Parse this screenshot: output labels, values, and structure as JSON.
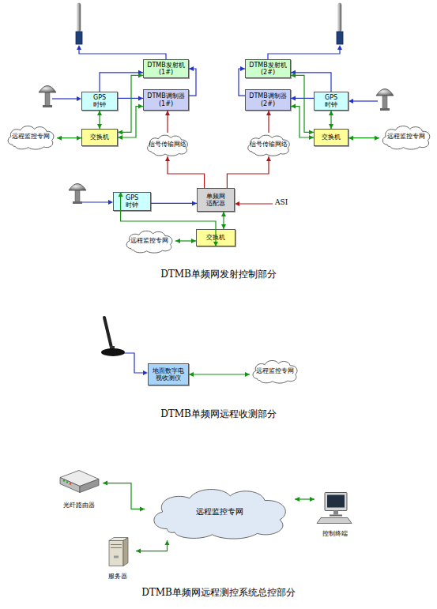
{
  "diagram": {
    "nodes": [
      {
        "text": [
          "DTMB发射机 (1#)"
        ]
      },
      {
        "text": [
          "DTMB发射机 (2#)"
        ]
      },
      {
        "text": [
          "GPS时钟"
        ]
      },
      {
        "text": [
          "DTMB调制器 (1#)"
        ]
      },
      {
        "text": [
          "DTMB调制器 (2#)"
        ]
      },
      {
        "text": [
          "GPS时钟"
        ]
      },
      {
        "text": [
          "远程监控专网"
        ]
      },
      {
        "text": [
          "交换机"
        ]
      },
      {
        "text": [
          "信号传输网络"
        ]
      },
      {
        "text": [
          "信号传输网络"
        ]
      },
      {
        "text": [
          "交换机"
        ]
      },
      {
        "text": [
          "远程监控专网"
        ]
      },
      {
        "text": [
          "GPS时钟"
        ]
      },
      {
        "text": [
          "单频网适配器"
        ]
      },
      {
        "text": [
          "远程监控专网"
        ]
      },
      {
        "text": [
          "交换机"
        ]
      },
      {
        "text": [
          "地面数字电视收测仪"
        ]
      },
      {
        "text": [
          "远程监控专网"
        ]
      },
      {
        "text": [
          "光纤路由器"
        ]
      },
      {
        "text": [
          "远程监控专网"
        ]
      },
      {
        "text": [
          "控制终端"
        ]
      },
      {
        "text": [
          "服务器"
        ]
      }
    ],
    "edges": [
      {
        "from": 3,
        "to": 0,
        "arrow": "to"
      },
      {
        "from": 2,
        "to": 3,
        "arrow": "to"
      },
      {
        "from": 2,
        "to": 0,
        "arrow": "to"
      },
      {
        "from": 7,
        "to": 0,
        "arrow": "both"
      },
      {
        "from": 7,
        "to": 3,
        "arrow": "both"
      },
      {
        "from": 7,
        "to": 2,
        "arrow": "both"
      },
      {
        "from": 6,
        "to": 7,
        "arrow": "both"
      },
      {
        "from": 8,
        "to": 3,
        "arrow": "to"
      },
      {
        "from": 13,
        "to": 8,
        "arrow": "to"
      },
      {
        "from": 13,
        "to": 9,
        "arrow": "to"
      },
      {
        "from": 12,
        "to": 13,
        "arrow": "to"
      },
      {
        "from": 15,
        "to": 12,
        "arrow": "both"
      },
      {
        "from": 15,
        "to": 13,
        "arrow": "both"
      },
      {
        "from": 14,
        "to": 15,
        "arrow": "both"
      },
      {
        "from": 4,
        "to": 1,
        "arrow": "to"
      },
      {
        "from": 5,
        "to": 4,
        "arrow": "to"
      },
      {
        "from": 5,
        "to": 1,
        "arrow": "to"
      },
      {
        "from": 10,
        "to": 1,
        "arrow": "both"
      },
      {
        "from": 10,
        "to": 4,
        "arrow": "both"
      },
      {
        "from": 10,
        "to": 5,
        "arrow": "both"
      },
      {
        "from": 11,
        "to": 10,
        "arrow": "both"
      },
      {
        "from": 9,
        "to": 4,
        "arrow": "to"
      },
      {
        "from": 16,
        "to": 17,
        "arrow": "both"
      },
      {
        "from": 18,
        "to": 19,
        "arrow": "both"
      },
      {
        "from": 21,
        "to": 19,
        "arrow": "both"
      },
      {
        "from": 20,
        "to": 19,
        "arrow": "both"
      }
    ],
    "labels": [
      "ASI",
      "DTMB单频网发射控制部分",
      "DTMB单频网远程收测部分",
      "DTMB单频网远程测控系统总控部分"
    ]
  }
}
